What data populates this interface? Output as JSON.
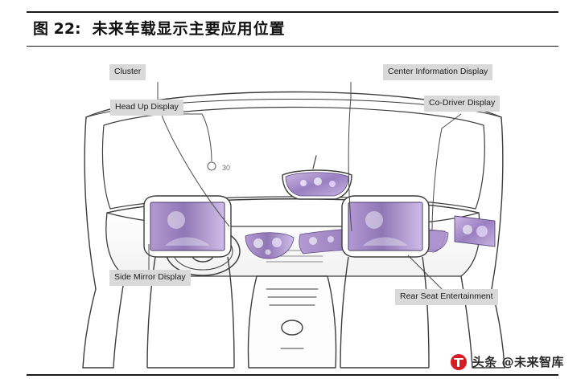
{
  "figure": {
    "label": "图 22:",
    "title": "未来车载显示主要应用位置"
  },
  "callouts": [
    {
      "name": "cluster",
      "text": "Cluster"
    },
    {
      "name": "center-information-display",
      "text": "Center Information Display"
    },
    {
      "name": "head-up-display",
      "text": "Head Up Display"
    },
    {
      "name": "co-driver-display",
      "text": "Co-Driver Display"
    },
    {
      "name": "side-mirror-display",
      "text": "Side Mirror Display"
    },
    {
      "name": "rear-seat-entertainment",
      "text": "Rear Seat Entertainment"
    }
  ],
  "watermark": {
    "text": "头条 @未来智库"
  },
  "colors": {
    "rule": "#1a1a1a",
    "callout_bg": "#d9d9d9",
    "callout_text": "#1b1b1b",
    "watermark_red": "#d71d24",
    "screen_purple": "#b9a3d6",
    "line": "#3a3a3a"
  }
}
